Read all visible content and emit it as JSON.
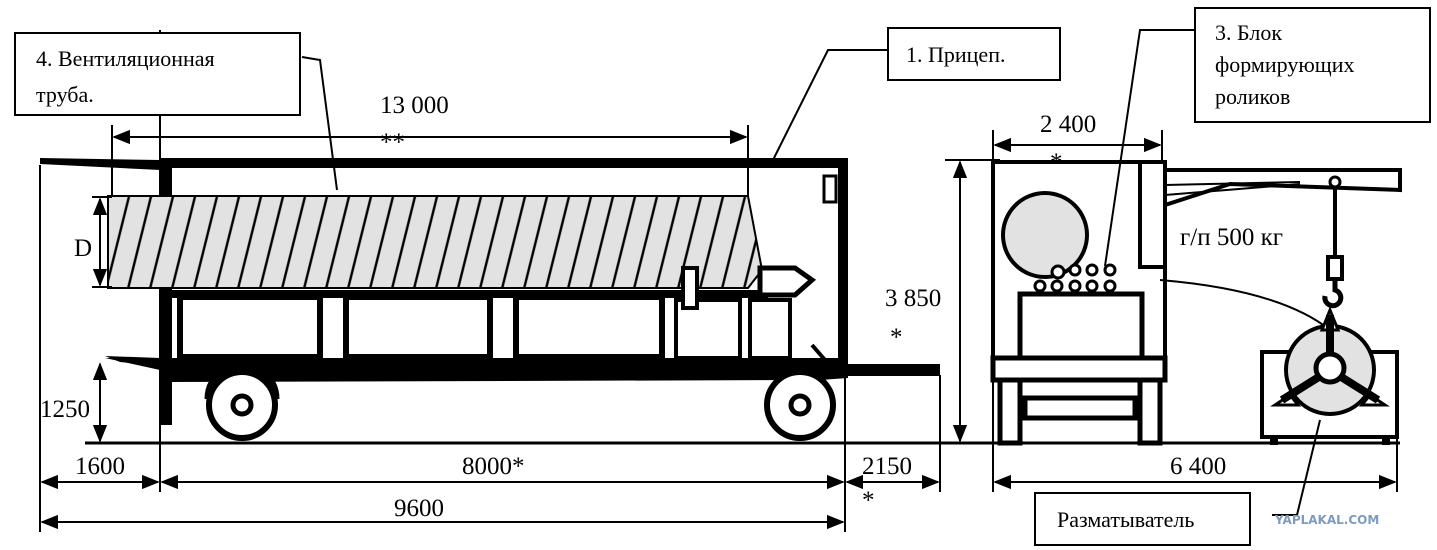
{
  "labels": {
    "pipe_line1": "4. Вентиляционная",
    "pipe_line2": "труба.",
    "trailer": "1. Прицеп.",
    "rollers_line1": "3. Блок",
    "rollers_line2": "формирующих",
    "rollers_line3": "роликов",
    "unwinder": "Разматыватель",
    "hoist": "г/п 500 кг"
  },
  "dimensions": {
    "pipe_length": "13 000",
    "pipe_length_mark": "**",
    "diameter": "D",
    "deck_height": "1250",
    "front_overhang": "1600",
    "wheelbase": "8000*",
    "rear_overhang": "2150",
    "rear_overhang_mark": "*",
    "total_length": "9600",
    "height": "3 850",
    "height_mark": "*",
    "width": "2 400",
    "width_mark": "*",
    "side_length": "6 400"
  },
  "watermark": "YAPLAKAL.COM"
}
